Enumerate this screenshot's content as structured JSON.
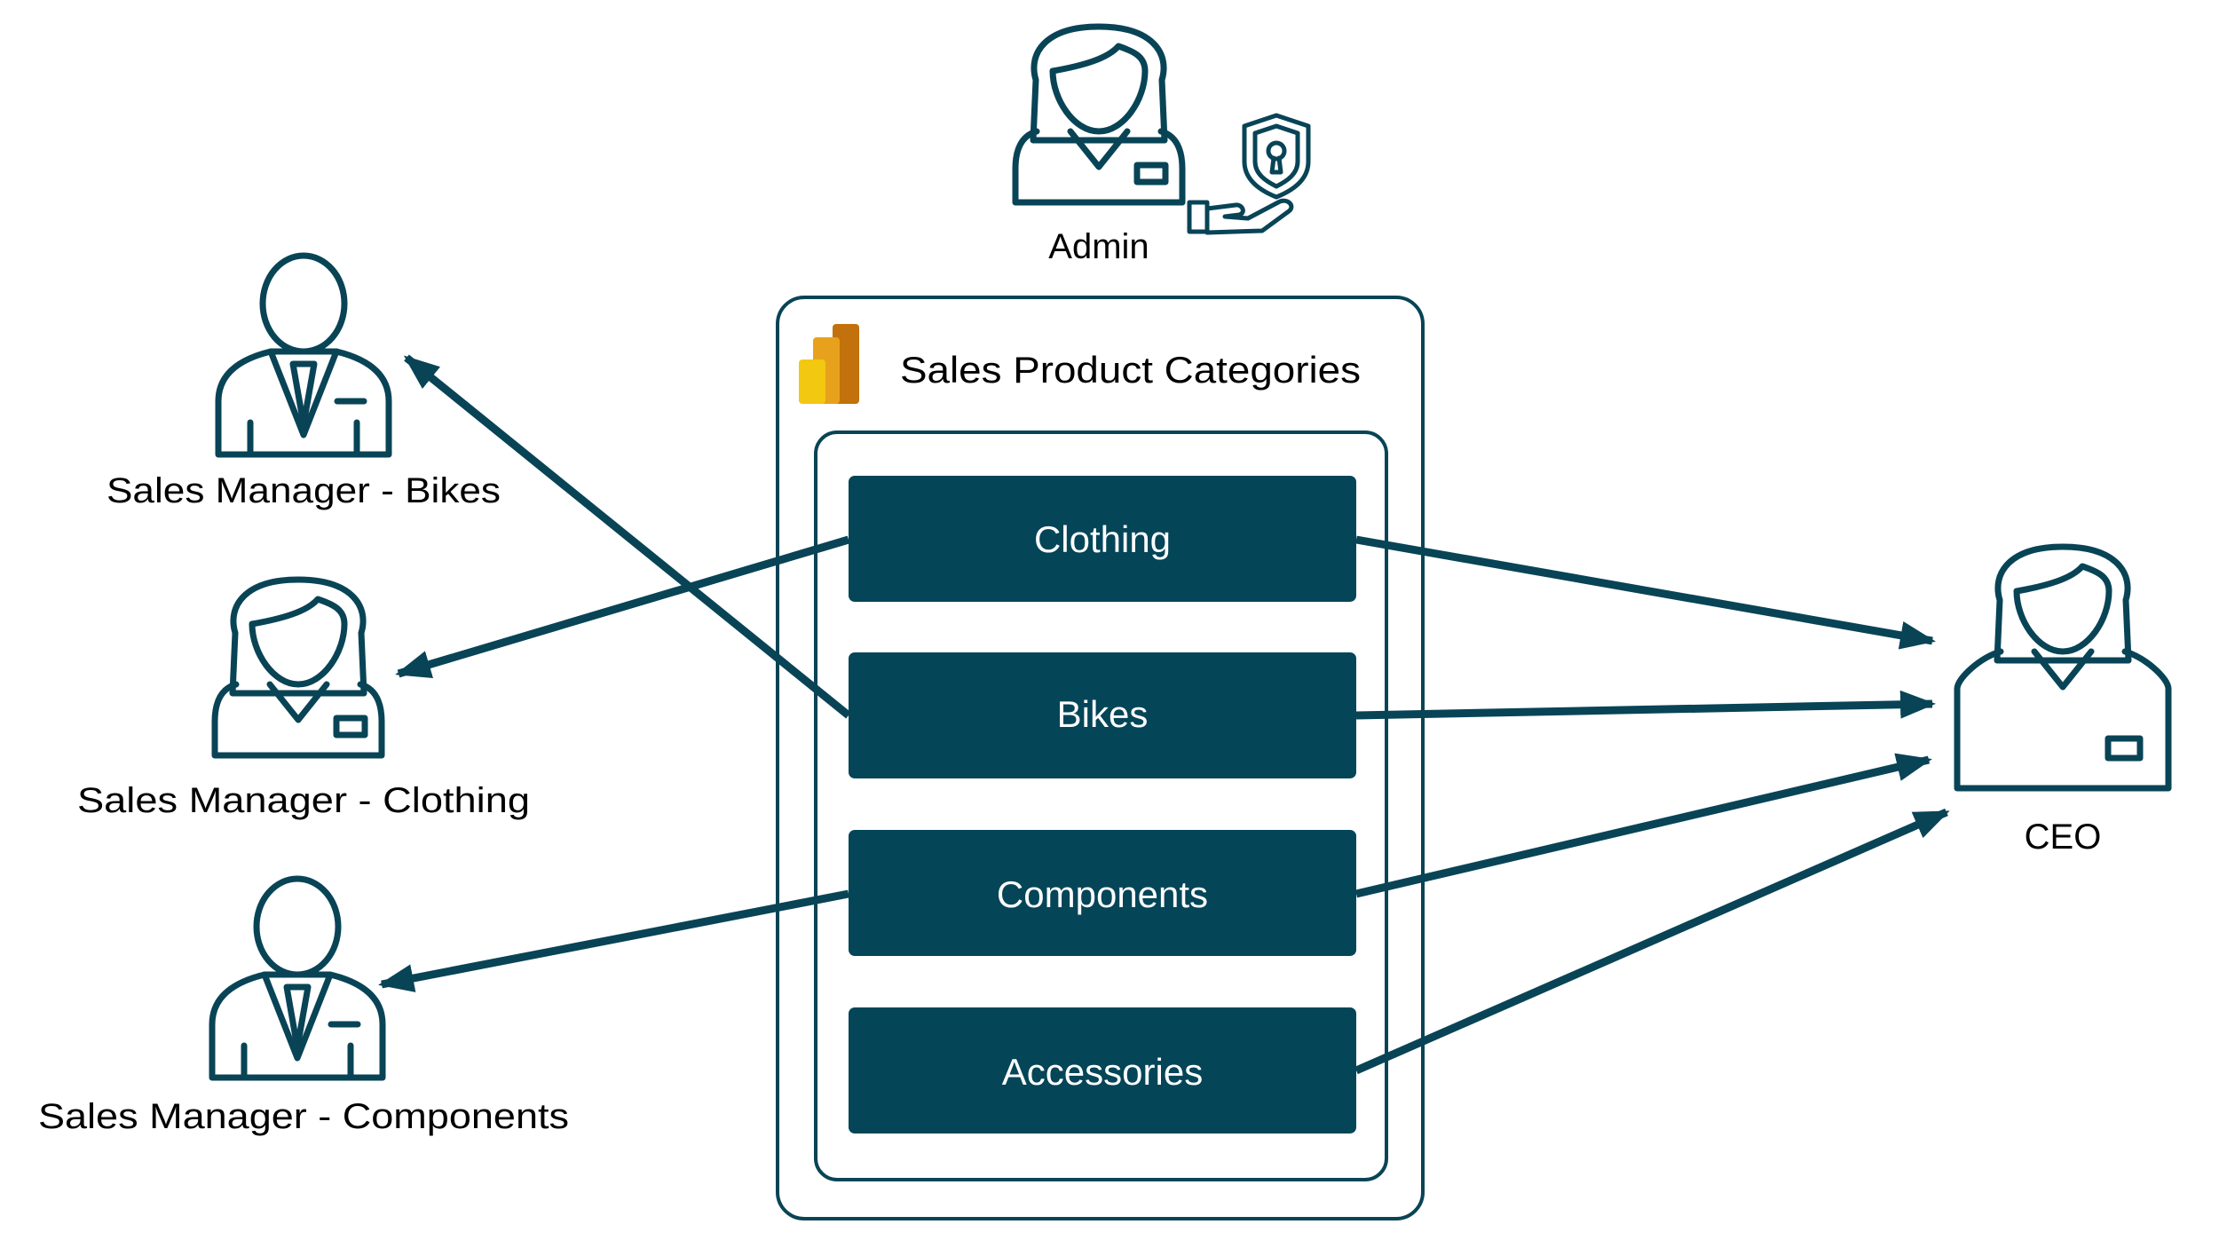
{
  "colors": {
    "primary": "#084456",
    "category_fill": "#044558",
    "powerbi_gold_light": "#F2C811",
    "powerbi_gold_mid": "#E8A11C",
    "powerbi_gold_dark": "#C2710C"
  },
  "admin": {
    "label": "Admin",
    "icons": [
      "female-user-icon",
      "shield-lock-hand-icon"
    ]
  },
  "report": {
    "icon": "power-bi-icon",
    "title": "Sales Product Categories",
    "categories": [
      "Clothing",
      "Bikes",
      "Components",
      "Accessories"
    ]
  },
  "managers": [
    {
      "label": "Sales Manager - Bikes",
      "icon": "male-user-icon"
    },
    {
      "label": "Sales Manager - Clothing",
      "icon": "female-user-icon"
    },
    {
      "label": "Sales Manager - Components",
      "icon": "male-user-icon"
    }
  ],
  "ceo": {
    "label": "CEO",
    "icon": "female-user-icon"
  },
  "connections": [
    {
      "from": "Bikes",
      "to": "Sales Manager - Bikes"
    },
    {
      "from": "Clothing",
      "to": "Sales Manager - Clothing"
    },
    {
      "from": "Components",
      "to": "Sales Manager - Components"
    },
    {
      "from": "Clothing",
      "to": "CEO"
    },
    {
      "from": "Bikes",
      "to": "CEO"
    },
    {
      "from": "Components",
      "to": "CEO"
    },
    {
      "from": "Accessories",
      "to": "CEO"
    }
  ]
}
